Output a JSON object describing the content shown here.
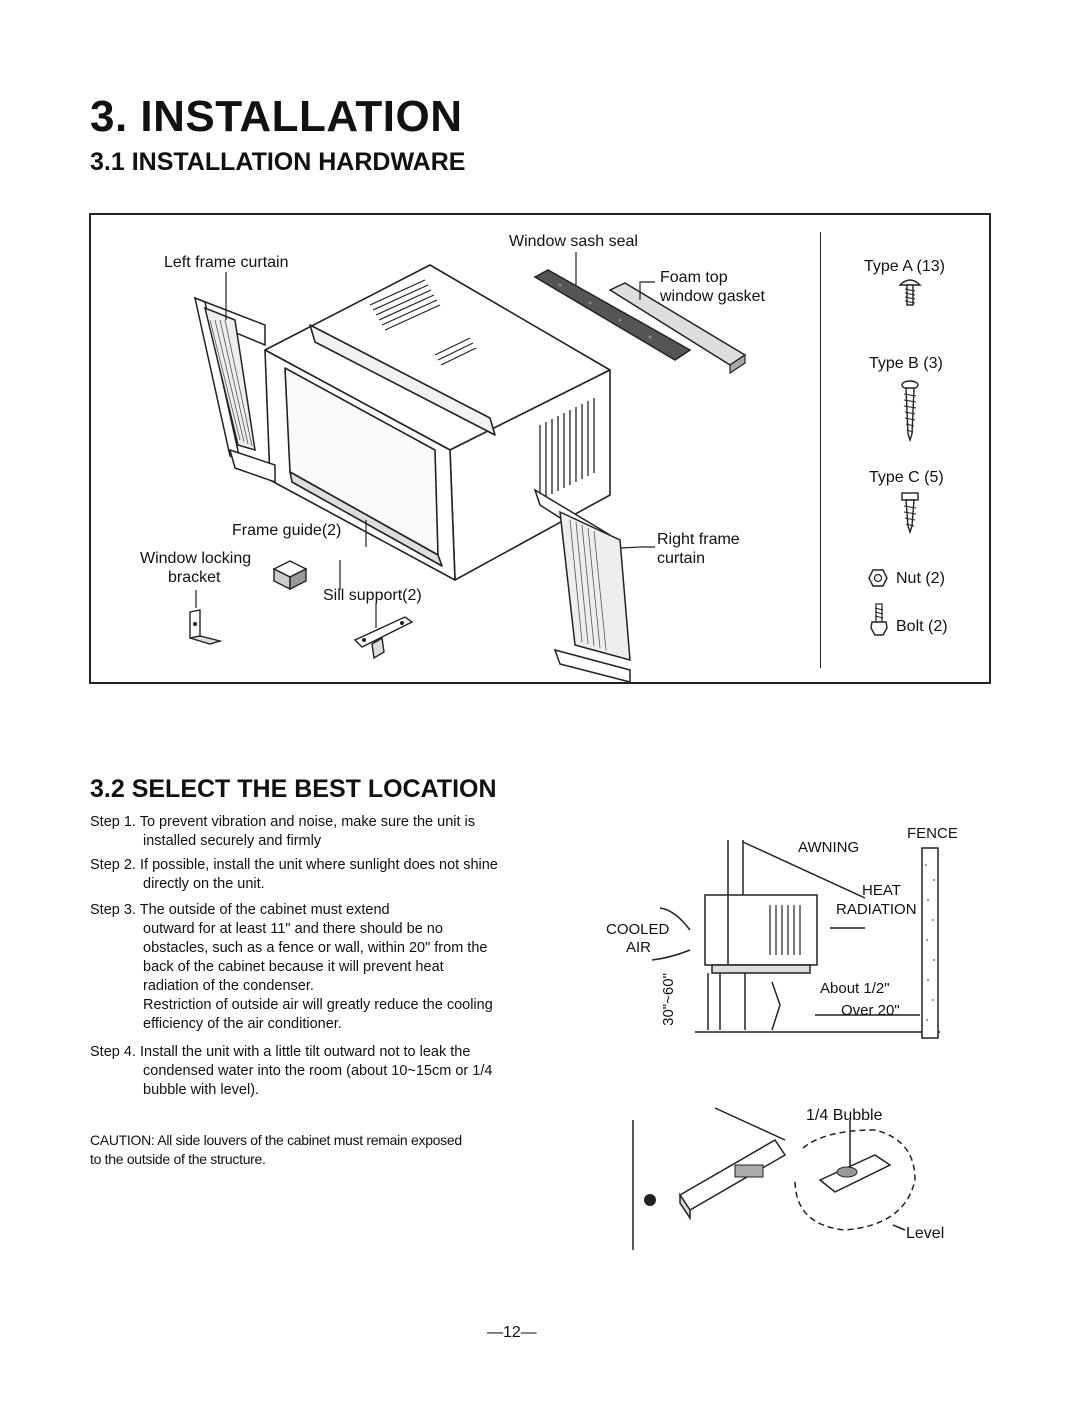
{
  "page": {
    "title": "3. INSTALLATION",
    "section1_title": "3.1 INSTALLATION HARDWARE",
    "section2_title": "3.2 SELECT THE BEST LOCATION",
    "page_number": "—12—"
  },
  "hardware": {
    "window_sash_seal": "Window sash seal",
    "left_frame_curtain": "Left frame curtain",
    "foam_top_line1": "Foam top",
    "foam_top_line2": "window gasket",
    "frame_guide": "Frame guide(2)",
    "window_locking_line1": "Window locking",
    "window_locking_line2": "bracket",
    "sill_support": "Sill support(2)",
    "right_frame_line1": "Right frame",
    "right_frame_line2": "curtain",
    "screws": [
      {
        "label": "Type A (13)",
        "icon": "screw-type-a-icon"
      },
      {
        "label": "Type B (3)",
        "icon": "screw-type-b-icon"
      },
      {
        "label": "Type C (5)",
        "icon": "screw-type-c-icon"
      }
    ],
    "nut": "Nut  (2)",
    "bolt": "Bolt  (2)"
  },
  "steps": {
    "s1_a": "Step 1. To prevent vibration and noise, make sure the unit is",
    "s1_b": "installed securely and firmly",
    "s2_a": "Step 2. If possible, install the unit where sunlight does not shine",
    "s2_b": "directly on the unit.",
    "s3_a": "Step 3. The outside of the cabinet must extend",
    "s3_b": "outward for at least 11\" and there should be no",
    "s3_c": "obstacles, such as a fence or wall, within 20\" from the",
    "s3_d": "back of the cabinet because it will prevent heat",
    "s3_e": "radiation of the condenser.",
    "s3_f": "Restriction of outside air will greatly reduce the cooling",
    "s3_g": "efficiency of the air conditioner.",
    "s4_a": "Step 4. Install the unit with a little tilt outward not to leak the",
    "s4_b": "condensed water into the room (about 10~15cm or 1/4",
    "s4_c": "bubble with level).",
    "caution_a": "CAUTION:  All side louvers of the cabinet must remain exposed",
    "caution_b": "to the outside of the structure."
  },
  "location_diagram": {
    "awning": "AWNING",
    "fence": "FENCE",
    "heat": "HEAT",
    "radiation": "RADIATION",
    "cooled": "COOLED",
    "air": "AIR",
    "height": "30\"~60\"",
    "about": "About 1/2\"",
    "over": "Over 20\""
  },
  "level_diagram": {
    "bubble": "1/4 Bubble",
    "level": "Level"
  }
}
